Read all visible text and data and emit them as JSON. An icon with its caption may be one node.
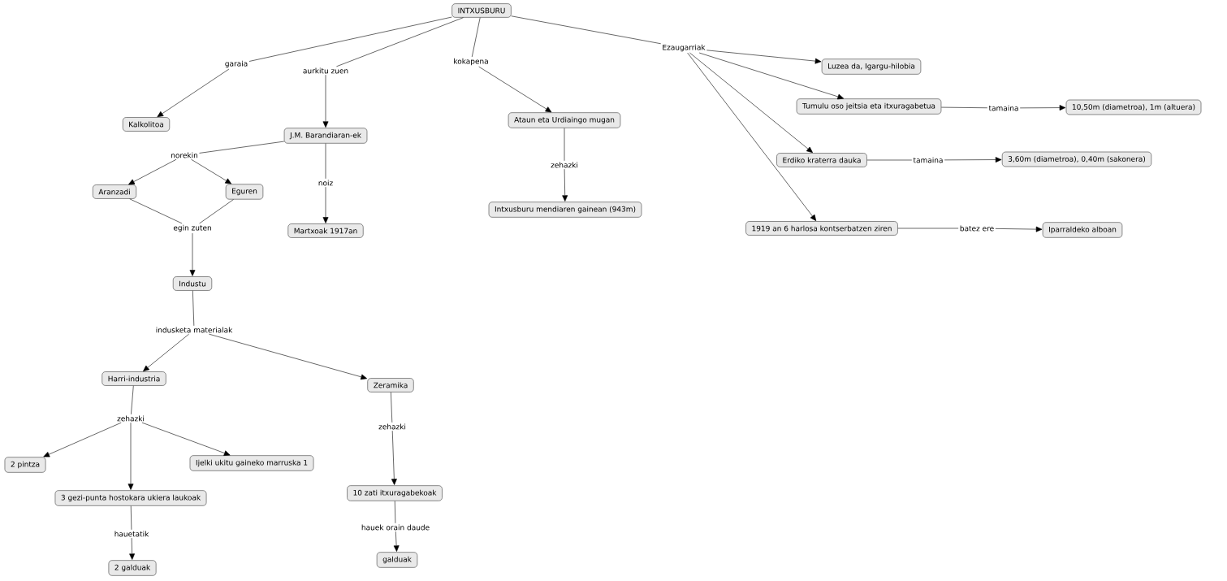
{
  "diagram": {
    "nodes": [
      {
        "text": [
          "INTXUSBURU"
        ]
      },
      {
        "text": [
          "garaia"
        ]
      },
      {
        "text": [
          "Kalkolitoa"
        ]
      },
      {
        "text": [
          "aurkitu zuen"
        ]
      },
      {
        "text": [
          "J.M. Barandiaran-ek"
        ]
      },
      {
        "text": [
          "kokapena"
        ]
      },
      {
        "text": [
          "Ataun eta Urdiaingo mugan"
        ]
      },
      {
        "text": [
          "Ezaugarriak"
        ]
      },
      {
        "text": [
          "Luzea da, Igargu-hilobia"
        ]
      },
      {
        "text": [
          "Tumulu oso jeitsia eta itxuragabetua"
        ]
      },
      {
        "text": [
          "tamaina"
        ]
      },
      {
        "text": [
          "10,50m (diametroa), 1m (altuera)"
        ]
      },
      {
        "text": [
          "Erdiko kraterra dauka"
        ]
      },
      {
        "text": [
          "tamaina"
        ]
      },
      {
        "text": [
          "3,60m (diametroa), 0,40m (sakonera)"
        ]
      },
      {
        "text": [
          "1919 an 6 harlosa kontserbatzen ziren"
        ]
      },
      {
        "text": [
          "batez ere"
        ]
      },
      {
        "text": [
          "Iparraldeko alboan"
        ]
      },
      {
        "text": [
          "norekin"
        ]
      },
      {
        "text": [
          "Aranzadi"
        ]
      },
      {
        "text": [
          "Eguren"
        ]
      },
      {
        "text": [
          "noiz"
        ]
      },
      {
        "text": [
          "Martxoak 1917an"
        ]
      },
      {
        "text": [
          "zehazki"
        ]
      },
      {
        "text": [
          "Intxusburu mendiaren gainean (943m)"
        ]
      },
      {
        "text": [
          "egin zuten"
        ]
      },
      {
        "text": [
          "Industu"
        ]
      },
      {
        "text": [
          "indusketa materialak"
        ]
      },
      {
        "text": [
          "Harri-industria"
        ]
      },
      {
        "text": [
          "Zeramika"
        ]
      },
      {
        "text": [
          "zehazki"
        ]
      },
      {
        "text": [
          "2 pintza"
        ]
      },
      {
        "text": [
          "Ijelki ukitu gaineko marruska 1"
        ]
      },
      {
        "text": [
          "3 gezi-punta hostokara ukiera laukoak"
        ]
      },
      {
        "text": [
          "zehazki"
        ]
      },
      {
        "text": [
          "10 zati itxuragabekoak"
        ]
      },
      {
        "text": [
          "hauetatik"
        ]
      },
      {
        "text": [
          "2 galduak"
        ]
      },
      {
        "text": [
          "hauek orain daude"
        ]
      },
      {
        "text": [
          "galduak"
        ]
      }
    ],
    "edges": [
      {
        "from": 0,
        "to": 1,
        "arrow": "none"
      },
      {
        "from": 1,
        "to": 2,
        "arrow": "to"
      },
      {
        "from": 0,
        "to": 3,
        "arrow": "none"
      },
      {
        "from": 3,
        "to": 4,
        "arrow": "to"
      },
      {
        "from": 0,
        "to": 5,
        "arrow": "none"
      },
      {
        "from": 5,
        "to": 6,
        "arrow": "to"
      },
      {
        "from": 0,
        "to": 7,
        "arrow": "none"
      },
      {
        "from": 7,
        "to": 8,
        "arrow": "to"
      },
      {
        "from": 7,
        "to": 9,
        "arrow": "to"
      },
      {
        "from": 7,
        "to": 12,
        "arrow": "to"
      },
      {
        "from": 7,
        "to": 15,
        "arrow": "to"
      },
      {
        "from": 9,
        "to": 10,
        "arrow": "none"
      },
      {
        "from": 10,
        "to": 11,
        "arrow": "to"
      },
      {
        "from": 12,
        "to": 13,
        "arrow": "none"
      },
      {
        "from": 13,
        "to": 14,
        "arrow": "to"
      },
      {
        "from": 15,
        "to": 16,
        "arrow": "none"
      },
      {
        "from": 16,
        "to": 17,
        "arrow": "to"
      },
      {
        "from": 4,
        "to": 18,
        "arrow": "none"
      },
      {
        "from": 18,
        "to": 19,
        "arrow": "to"
      },
      {
        "from": 18,
        "to": 20,
        "arrow": "to"
      },
      {
        "from": 4,
        "to": 21,
        "arrow": "none"
      },
      {
        "from": 21,
        "to": 22,
        "arrow": "to"
      },
      {
        "from": 6,
        "to": 23,
        "arrow": "none"
      },
      {
        "from": 23,
        "to": 24,
        "arrow": "to"
      },
      {
        "from": 19,
        "to": 25,
        "arrow": "none"
      },
      {
        "from": 20,
        "to": 25,
        "arrow": "none"
      },
      {
        "from": 25,
        "to": 26,
        "arrow": "to"
      },
      {
        "from": 26,
        "to": 27,
        "arrow": "none"
      },
      {
        "from": 27,
        "to": 28,
        "arrow": "to"
      },
      {
        "from": 27,
        "to": 29,
        "arrow": "to"
      },
      {
        "from": 28,
        "to": 30,
        "arrow": "none"
      },
      {
        "from": 30,
        "to": 31,
        "arrow": "to"
      },
      {
        "from": 30,
        "to": 32,
        "arrow": "to"
      },
      {
        "from": 30,
        "to": 33,
        "arrow": "to"
      },
      {
        "from": 29,
        "to": 34,
        "arrow": "none"
      },
      {
        "from": 34,
        "to": 35,
        "arrow": "to"
      },
      {
        "from": 33,
        "to": 36,
        "arrow": "none"
      },
      {
        "from": 36,
        "to": 37,
        "arrow": "to"
      },
      {
        "from": 35,
        "to": 38,
        "arrow": "none"
      },
      {
        "from": 38,
        "to": 39,
        "arrow": "to"
      }
    ]
  }
}
